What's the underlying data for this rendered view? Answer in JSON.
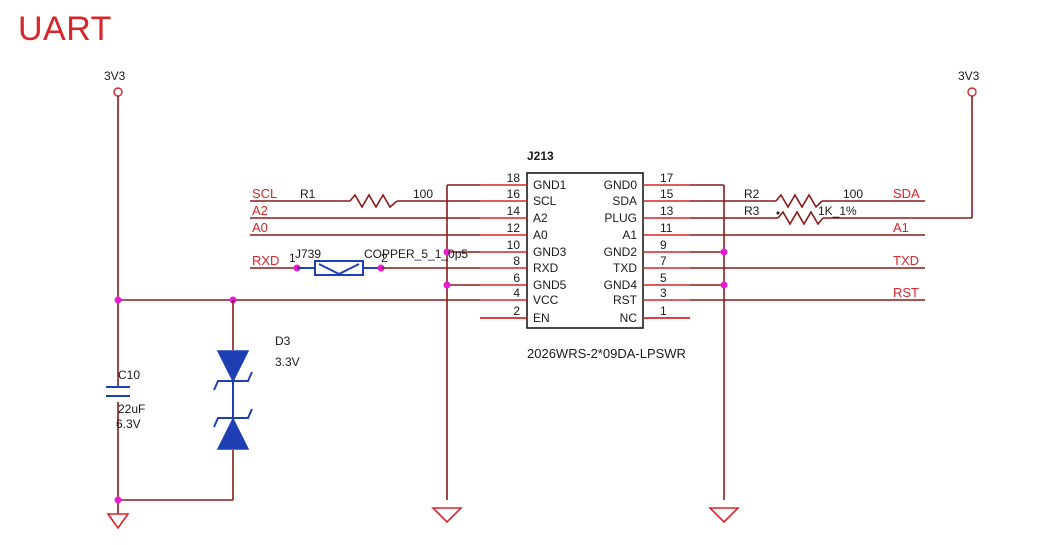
{
  "title": "UART",
  "power": {
    "left": "3V3",
    "right": "3V3"
  },
  "connector": {
    "ref": "J213",
    "part": "2026WRS-2*09DA-LPSWR",
    "left_pins": [
      {
        "num": "18",
        "name": "GND1"
      },
      {
        "num": "16",
        "name": "SCL"
      },
      {
        "num": "14",
        "name": "A2"
      },
      {
        "num": "12",
        "name": "A0"
      },
      {
        "num": "10",
        "name": "GND3"
      },
      {
        "num": "8",
        "name": "RXD"
      },
      {
        "num": "6",
        "name": "GND5"
      },
      {
        "num": "4",
        "name": "VCC"
      },
      {
        "num": "2",
        "name": "EN"
      }
    ],
    "right_pins": [
      {
        "num": "17",
        "name": "GND0"
      },
      {
        "num": "15",
        "name": "SDA"
      },
      {
        "num": "13",
        "name": "PLUG"
      },
      {
        "num": "11",
        "name": "A1"
      },
      {
        "num": "9",
        "name": "GND2"
      },
      {
        "num": "7",
        "name": "TXD"
      },
      {
        "num": "5",
        "name": "GND4"
      },
      {
        "num": "3",
        "name": "RST"
      },
      {
        "num": "1",
        "name": "NC"
      }
    ]
  },
  "nets": {
    "scl": "SCL",
    "a2": "A2",
    "a0": "A0",
    "rxd": "RXD",
    "sda": "SDA",
    "a1": "A1",
    "txd": "TXD",
    "rst": "RST"
  },
  "r1": {
    "ref": "R1",
    "value": "100"
  },
  "r2": {
    "ref": "R2",
    "value": "100"
  },
  "r3": {
    "ref": "R3",
    "value": "1K_1%"
  },
  "j739": {
    "ref": "J739",
    "value": "COPPER_5_1_0p5",
    "pin1": "1",
    "pin2": "2"
  },
  "d3": {
    "ref": "D3",
    "value": "3.3V"
  },
  "c10": {
    "ref": "C10",
    "value": "22uF",
    "voltage": "6.3V"
  }
}
